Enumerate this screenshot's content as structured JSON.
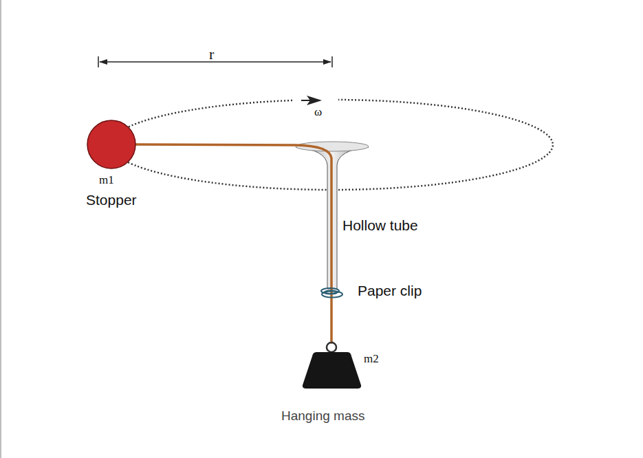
{
  "diagram": {
    "labels": [
      "r",
      "ω",
      "m1",
      "Stopper",
      "Hollow tube",
      "Paper clip",
      "m2",
      "Hanging mass"
    ]
  }
}
